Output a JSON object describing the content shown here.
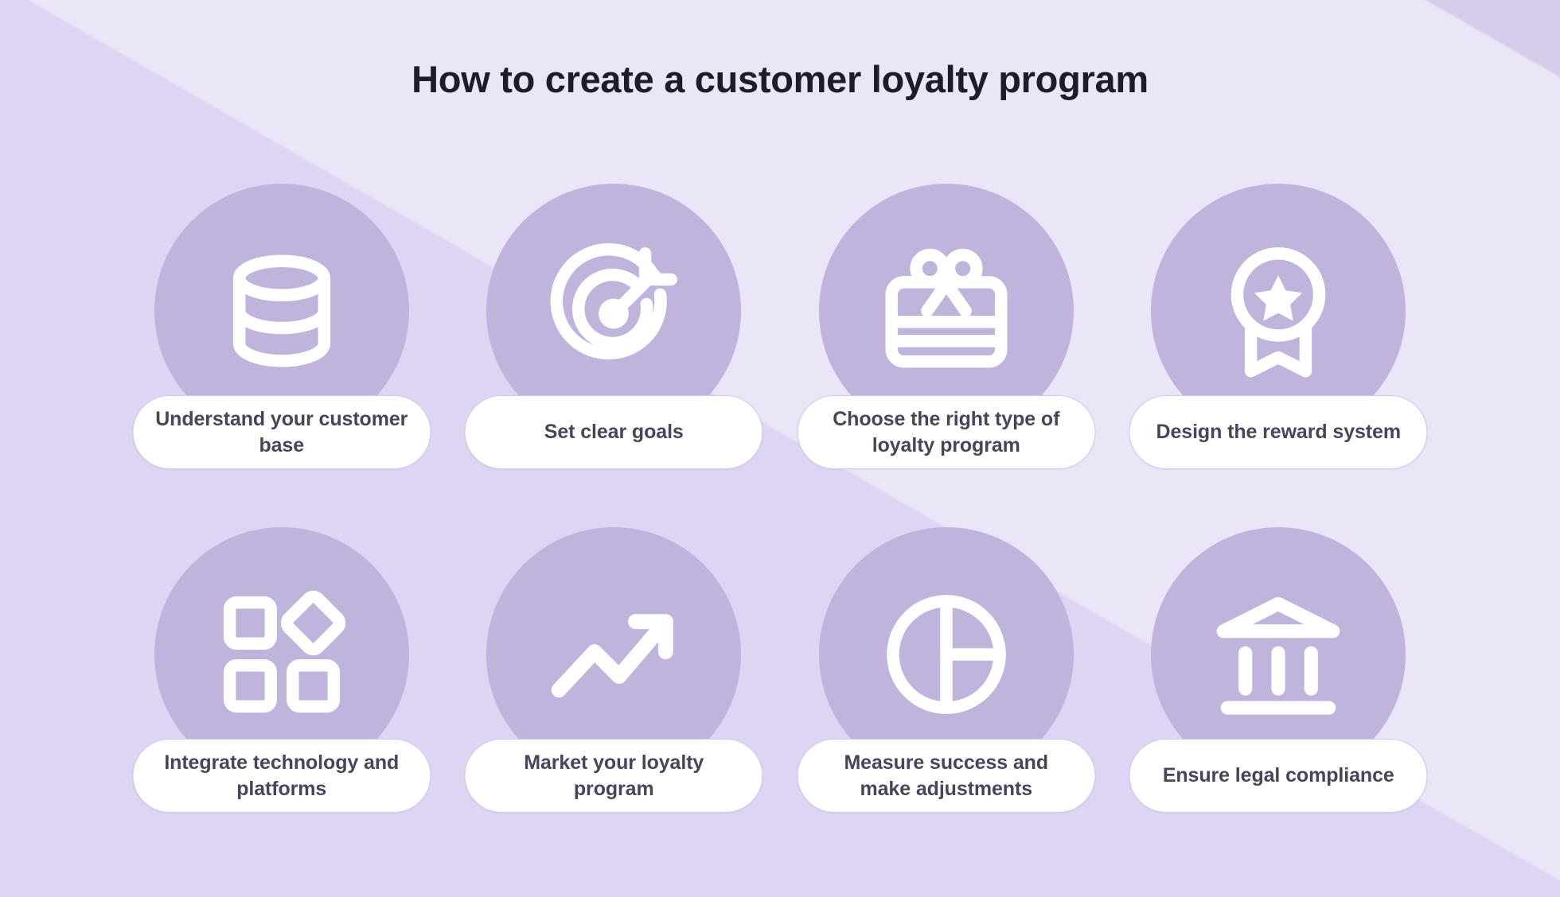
{
  "page": {
    "title": "How to create a customer loyalty program",
    "background_color": "#ded4f3",
    "circle_color": "#c0b3dc",
    "pill_color": "#ffffff",
    "pill_border_color": "#d3c9ea",
    "label_text_color": "#4a4458",
    "title_text_color": "#1f1b2b",
    "icon_color": "#ffffff"
  },
  "steps": [
    {
      "label": "Understand your customer base",
      "icon": "database-icon"
    },
    {
      "label": "Set clear goals",
      "icon": "target-dart-icon"
    },
    {
      "label": "Choose the right type of loyalty program",
      "icon": "gift-card-icon"
    },
    {
      "label": "Design the reward system",
      "icon": "award-badge-icon"
    },
    {
      "label": "Integrate technology and platforms",
      "icon": "shapes-blocks-icon"
    },
    {
      "label": "Market your loyalty program",
      "icon": "trending-up-arrow-icon"
    },
    {
      "label": "Measure success and make adjustments",
      "icon": "pie-chart-icon"
    },
    {
      "label": "Ensure legal compliance",
      "icon": "bank-institution-icon"
    }
  ]
}
